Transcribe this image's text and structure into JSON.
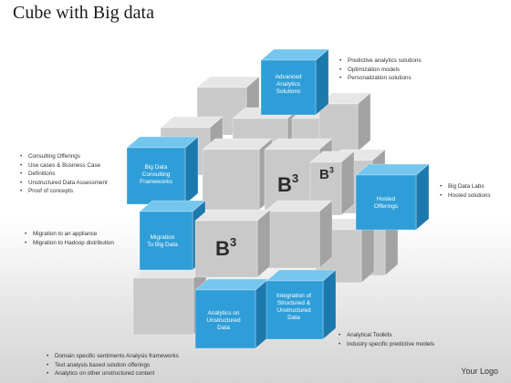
{
  "title": "Cube with Big data",
  "logo": "Your Logo",
  "b3": {
    "base": "B",
    "sup": "3"
  },
  "cubes": {
    "advanced": [
      "Advanced",
      "Analytics",
      "Solutions"
    ],
    "consulting": [
      "Big Data",
      "Consulting",
      "Frameworks"
    ],
    "migration": [
      "Migration",
      "To Big Data"
    ],
    "hosted": [
      "Hosted",
      "Offerings"
    ],
    "analytics": [
      "Analytics on",
      "Unstructured",
      "Data"
    ],
    "integration": [
      "Integration of",
      "Structured &",
      "Unstructured",
      "Data"
    ]
  },
  "callouts": {
    "top_right": [
      "Predictive analytics solutions",
      "Optimization models",
      "Personalization solutions"
    ],
    "left_top": [
      "Consulting Offerings",
      "Use cases & Business Case",
      "Definitions",
      "Unstructured Data Assessment",
      "Proof of concepts"
    ],
    "left_mid": [
      "Migration to an appliance",
      "Migration to Hadoop distribution"
    ],
    "right_mid": [
      "Big Data Labs",
      "Hosted solutions"
    ],
    "bottom_right": [
      "Analytical Toolkits",
      "Industry specific predictive models"
    ],
    "bottom_left": [
      "Domain specific sentiments Analysis frameworks",
      "Text analysis based solution offerings",
      "Analytics on other unstructured content"
    ]
  },
  "colors": {
    "blue_front": "#2f9ed8",
    "blue_top": "#74c6ee",
    "blue_side": "#1c79ae",
    "gray_front": "#c9c9c9",
    "gray_top": "#e6e6e6",
    "gray_side": "#a3a3a3"
  }
}
